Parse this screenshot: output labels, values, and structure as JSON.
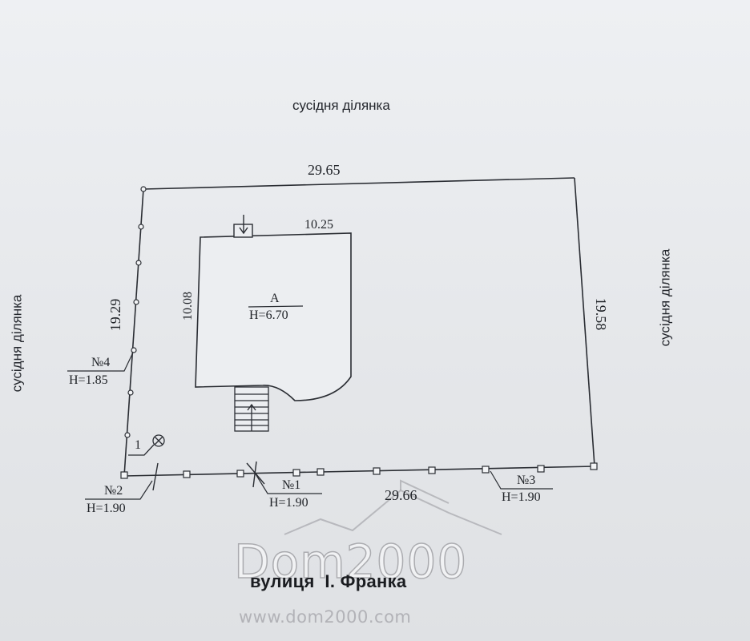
{
  "neighbors": {
    "top": "сусідня ділянка",
    "left": "сусідня ділянка",
    "right": "сусідня ділянка"
  },
  "dimensions": {
    "plot_top": "29.65",
    "plot_bottom": "29.66",
    "plot_left": "19.29",
    "plot_right": "19.58",
    "house_width": "10.25",
    "house_height": "10.08"
  },
  "building": {
    "letter": "А",
    "height": "Н=6.70"
  },
  "points": [
    {
      "num": "№1",
      "height": "Н=1.90"
    },
    {
      "num": "№2",
      "height": "Н=1.90"
    },
    {
      "num": "№3",
      "height": "Н=1.90"
    },
    {
      "num": "№4",
      "height": "Н=1.85"
    }
  ],
  "well": {
    "label": "1"
  },
  "street": "вулиця  І. Франка",
  "watermark": {
    "brand": "Dom2000",
    "url": "www.dom2000.com"
  },
  "colors": {
    "paper": "#e7e9ec",
    "ink": "#1d2026"
  }
}
